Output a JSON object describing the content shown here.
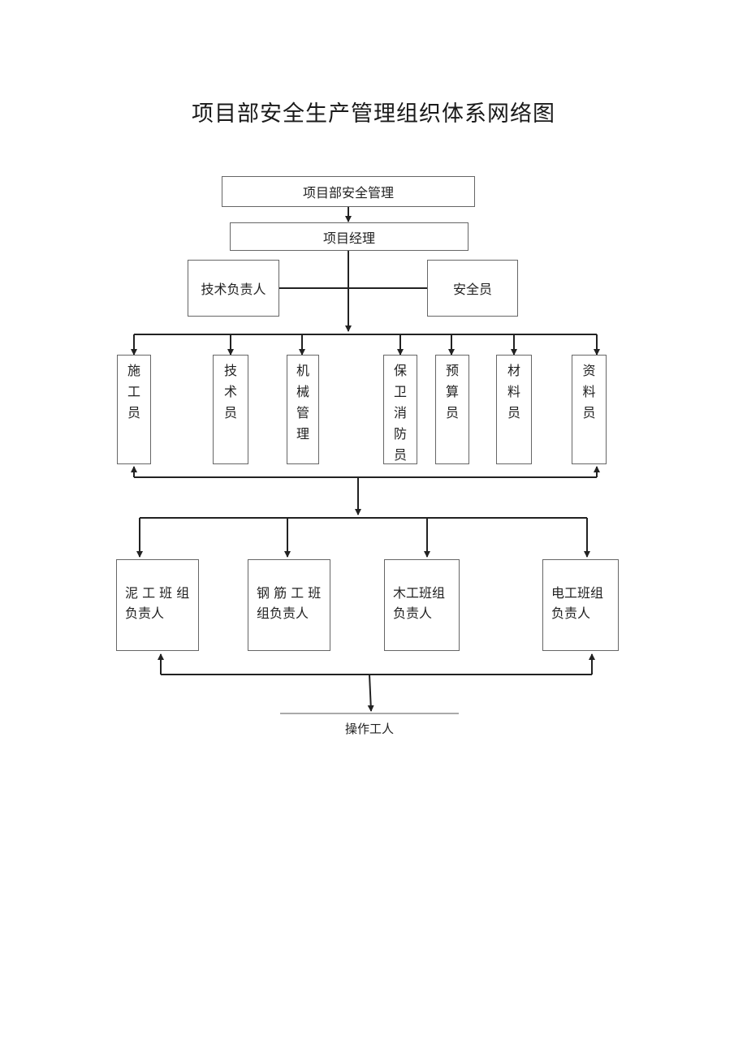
{
  "title": "项目部安全生产管理组织体系网络图",
  "top_box": "项目部安全管理",
  "manager_box": "项目经理",
  "side_left": "技术负责人",
  "side_right": "安全员",
  "staff": [
    {
      "name": "staff-construction",
      "chars": [
        "施",
        "工",
        "员"
      ]
    },
    {
      "name": "staff-technician",
      "chars": [
        "技",
        "术",
        "员"
      ]
    },
    {
      "name": "staff-machinery",
      "chars": [
        "机",
        "械",
        "管",
        "理"
      ]
    },
    {
      "name": "staff-security-fire",
      "chars": [
        "保",
        "卫",
        "消",
        "防",
        "员"
      ]
    },
    {
      "name": "staff-budget",
      "chars": [
        "预",
        "算",
        "员"
      ]
    },
    {
      "name": "staff-materials",
      "chars": [
        "材",
        "料",
        "员"
      ]
    },
    {
      "name": "staff-documents",
      "chars": [
        "资",
        "料",
        "员"
      ]
    }
  ],
  "team_leaders": [
    {
      "name": "team-masonry",
      "lines": [
        "泥 工 班 组",
        "负责人"
      ]
    },
    {
      "name": "team-rebar",
      "lines": [
        "钢 筋 工 班",
        "组负责人"
      ]
    },
    {
      "name": "team-carpentry",
      "lines": [
        "木工班组",
        "负责人"
      ]
    },
    {
      "name": "team-electrical",
      "lines": [
        "电工班组",
        "负责人"
      ]
    }
  ],
  "workers": "操作工人",
  "line_color": "#222222"
}
